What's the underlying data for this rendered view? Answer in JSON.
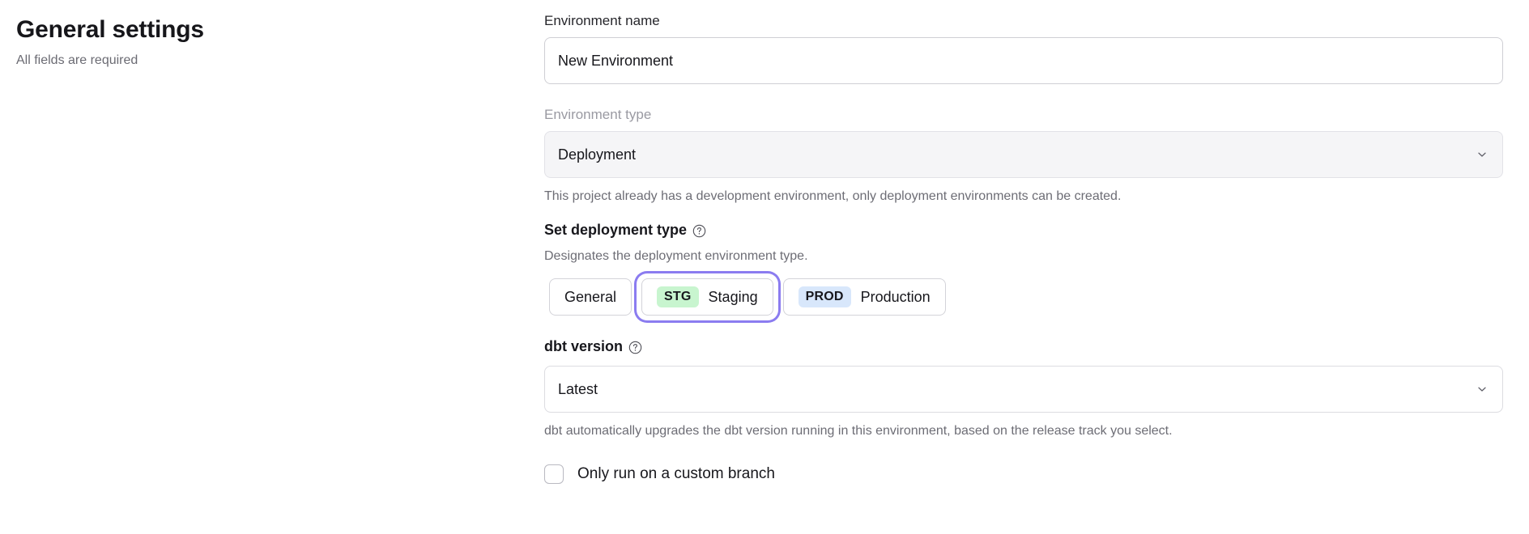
{
  "page": {
    "title": "General settings",
    "subtitle": "All fields are required"
  },
  "form": {
    "environment_name": {
      "label": "Environment name",
      "value": "New Environment",
      "placeholder": "Environment name"
    },
    "environment_type": {
      "label": "Environment type",
      "value": "Deployment",
      "disabled": true,
      "helper": "This project already has a development environment, only deployment environments can be created.",
      "chevron_icon": "chevron-down-icon"
    },
    "deployment_type": {
      "label": "Set deployment type",
      "help_icon": "help-circle-icon",
      "helper": "Designates the deployment environment type.",
      "selected": "Staging",
      "options": [
        {
          "id": "general",
          "badge": "",
          "label": "General",
          "selected": false
        },
        {
          "id": "staging",
          "badge": "STG",
          "label": "Staging",
          "selected": true
        },
        {
          "id": "production",
          "badge": "PROD",
          "label": "Production",
          "selected": false
        }
      ]
    },
    "dbt_version": {
      "label": "dbt version",
      "help_icon": "help-circle-icon",
      "value": "Latest",
      "helper": "dbt automatically upgrades the dbt version running in this environment, based on the release track you select.",
      "chevron_icon": "chevron-down-icon"
    },
    "custom_branch": {
      "label": "Only run on a custom branch",
      "checked": false
    }
  },
  "colors": {
    "focus_ring": "#8b7cf0",
    "badge_stg_bg": "#c8f5cf",
    "badge_prod_bg": "#d8e7fb",
    "disabled_bg": "#f5f5f7",
    "text_primary": "#17171c",
    "text_muted": "#6d6d75"
  }
}
